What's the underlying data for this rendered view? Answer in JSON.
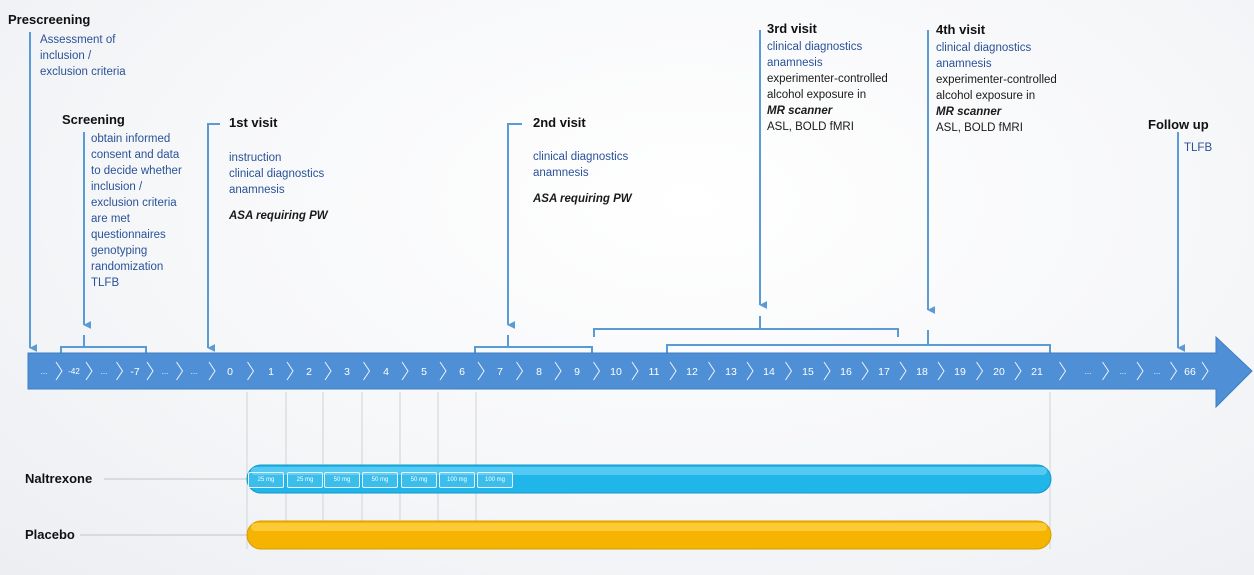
{
  "axis": {
    "ticks": [
      "...",
      "-42",
      "...",
      "-7",
      "...",
      "...",
      "0",
      "1",
      "2",
      "3",
      "4",
      "5",
      "6",
      "7",
      "8",
      "9",
      "10",
      "11",
      "12",
      "13",
      "14",
      "15",
      "16",
      "17",
      "18",
      "19",
      "20",
      "21",
      "...",
      "...",
      "...",
      "66"
    ]
  },
  "phases": [
    {
      "id": "prescreening",
      "title": "Prescreening",
      "lines": [
        {
          "t": "Assessment of",
          "s": "blue"
        },
        {
          "t": "inclusion /",
          "s": "blue"
        },
        {
          "t": "exclusion criteria",
          "s": "blue"
        }
      ]
    },
    {
      "id": "screening",
      "title": "Screening",
      "lines": [
        {
          "t": "obtain informed",
          "s": "blue"
        },
        {
          "t": "consent and data",
          "s": "blue"
        },
        {
          "t": "to decide whether",
          "s": "blue"
        },
        {
          "t": "inclusion /",
          "s": "blue"
        },
        {
          "t": "exclusion criteria",
          "s": "blue"
        },
        {
          "t": "are met",
          "s": "blue"
        },
        {
          "t": "questionnaires",
          "s": "blue"
        },
        {
          "t": "genotyping",
          "s": "blue"
        },
        {
          "t": "randomization",
          "s": "blue"
        },
        {
          "t": "TLFB",
          "s": "blue"
        }
      ]
    },
    {
      "id": "visit1",
      "title": "1st visit",
      "lines": [
        {
          "t": "instruction",
          "s": "blue"
        },
        {
          "t": "clinical diagnostics",
          "s": "blue"
        },
        {
          "t": "anamnesis",
          "s": "blue"
        },
        {
          "t": "",
          "s": "gap"
        },
        {
          "t": "ASA  requiring PW",
          "s": "em"
        }
      ]
    },
    {
      "id": "visit2",
      "title": "2nd visit",
      "lines": [
        {
          "t": "clinical diagnostics",
          "s": "blue"
        },
        {
          "t": "anamnesis",
          "s": "blue"
        },
        {
          "t": "",
          "s": "gap"
        },
        {
          "t": "ASA requiring PW",
          "s": "em"
        }
      ]
    },
    {
      "id": "visit3",
      "title": "3rd visit",
      "lines": [
        {
          "t": "clinical diagnostics",
          "s": "blue"
        },
        {
          "t": "anamnesis",
          "s": "blue"
        },
        {
          "t": "experimenter-controlled",
          "s": "dark"
        },
        {
          "t": "alcohol exposure in",
          "s": "dark"
        },
        {
          "t": "MR scanner",
          "s": "em"
        },
        {
          "t": "ASL,  BOLD fMRI",
          "s": "dark"
        }
      ]
    },
    {
      "id": "visit4",
      "title": "4th visit",
      "lines": [
        {
          "t": "clinical diagnostics",
          "s": "blue"
        },
        {
          "t": "anamnesis",
          "s": "blue"
        },
        {
          "t": "experimenter-controlled",
          "s": "dark"
        },
        {
          "t": "alcohol exposure in",
          "s": "dark"
        },
        {
          "t": "MR scanner",
          "s": "em"
        },
        {
          "t": "ASL,  BOLD fMRI",
          "s": "dark"
        }
      ]
    },
    {
      "id": "followup",
      "title": "Follow up",
      "lines": [
        {
          "t": "TLFB",
          "s": "blue"
        }
      ]
    }
  ],
  "drugs": {
    "naltrexone": {
      "label": "Naltrexone",
      "doses": [
        "25 mg",
        "25 mg",
        "50 mg",
        "50 mg",
        "50 mg",
        "100 mg",
        "100 mg"
      ]
    },
    "placebo": {
      "label": "Placebo"
    }
  },
  "colors": {
    "axis": "#4f8fd6",
    "connector": "#5b9bd5",
    "naltrexone": "#20b6ea",
    "placebo": "#f5b400"
  }
}
